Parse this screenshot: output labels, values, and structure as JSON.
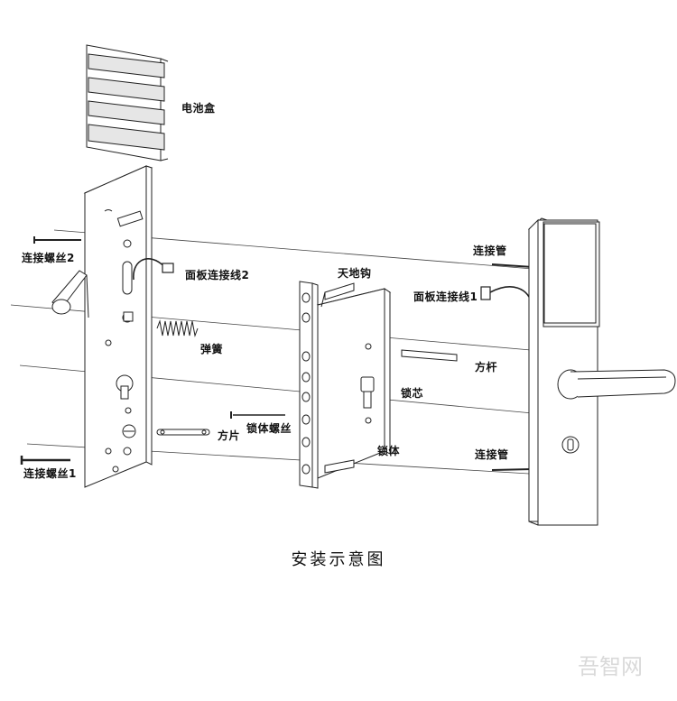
{
  "caption": "安装示意图",
  "labels": {
    "battery_box": "电池盒",
    "connect_screw_2": "连接螺丝2",
    "panel_wire_2": "面板连接线2",
    "spring": "弹簧",
    "square_plate": "方片",
    "lock_body_screw": "锁体螺丝",
    "connect_screw_1": "连接螺丝1",
    "latch_hook": "天地钩",
    "lock_cylinder": "锁芯",
    "lock_body": "锁体",
    "connect_tube_top": "连接管",
    "panel_wire_1": "面板连接线1",
    "square_bar": "方杆",
    "connect_tube_bottom": "连接管"
  },
  "watermark": "吾智网"
}
